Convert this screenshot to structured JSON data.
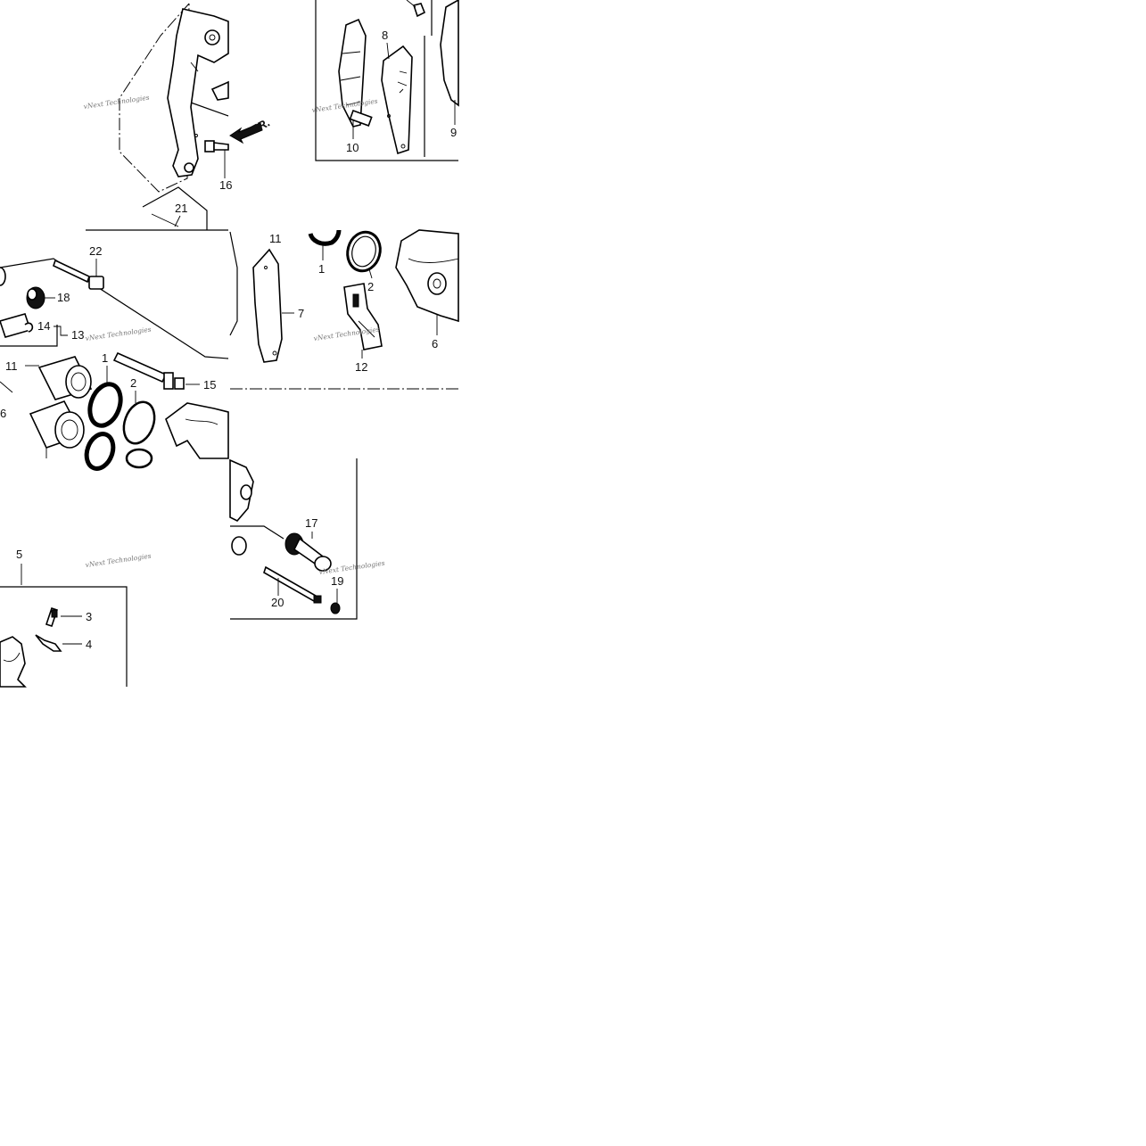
{
  "part_labels": [
    "1",
    "2",
    "3",
    "4",
    "5",
    "6",
    "7",
    "8",
    "9",
    "10",
    "11",
    "12",
    "13",
    "14",
    "15",
    "16",
    "17",
    "18",
    "19",
    "20",
    "21",
    "22"
  ],
  "direction_label": "FR.",
  "watermark": "vNext Technologies",
  "tiles": [
    {
      "labels": [
        "16",
        "21"
      ]
    },
    {
      "labels": [
        "8",
        "10",
        "9"
      ]
    },
    {
      "labels": [
        "22",
        "18",
        "14",
        "13",
        "11",
        "1",
        "2",
        "15",
        "6"
      ]
    },
    {
      "labels": [
        "11",
        "1",
        "2",
        "7",
        "12",
        "6"
      ]
    },
    {
      "labels": [
        "5",
        "3",
        "4"
      ]
    },
    {
      "labels": [
        "17",
        "19",
        "20"
      ]
    }
  ]
}
